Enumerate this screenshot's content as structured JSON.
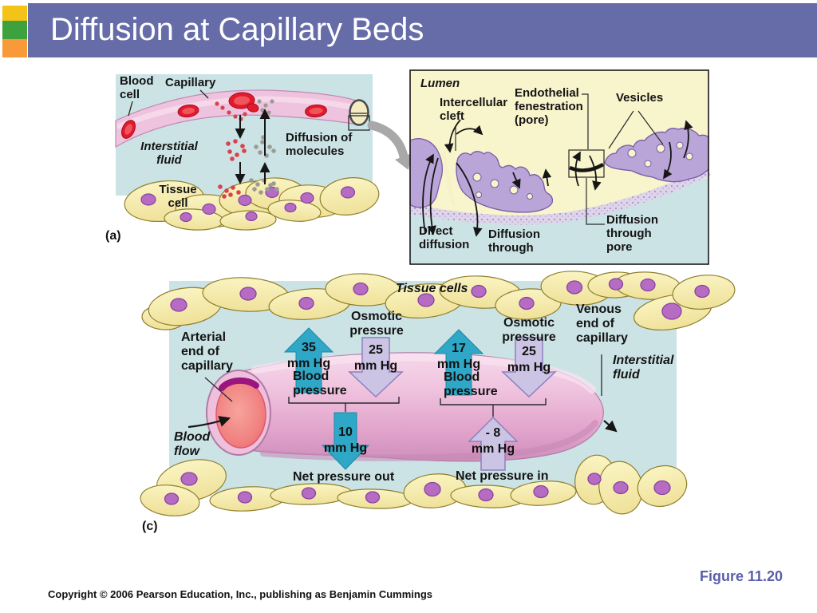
{
  "slide": {
    "title": "Diffusion at Capillary Beds",
    "copyright": "Copyright © 2006 Pearson Education, Inc., publishing as Benjamin Cummings",
    "figure": "Figure 11.20"
  },
  "colors": {
    "header_bar": "#666CA7",
    "accent_yellow": "#F3C317",
    "accent_green": "#3DA23D",
    "accent_orange": "#F8993A",
    "panel_background_blue": "#CBE3E5",
    "lumen_cream": "#F8F4CB",
    "capillary_pink": "#EEC3DD",
    "endothelium_purple": "#B9A5D8",
    "teal_arrow": "#2FA7C6",
    "lavender_arrow": "#CCC4E4",
    "figure_text": "#5A5FA9"
  },
  "panel_a": {
    "tag": "(a)",
    "labels": {
      "blood_cell": "Blood cell",
      "capillary": "Capillary",
      "interstitial_fluid": "Interstitial fluid",
      "tissue_cell": "Tissue cell",
      "diffusion_of_molecules": "Diffusion of molecules"
    }
  },
  "panel_b": {
    "labels": {
      "lumen": "Lumen",
      "intercellular_cleft": "Intercellular cleft",
      "endothelial_fenestration": "Endothelial fenestration (pore)",
      "vesicles": "Vesicles",
      "direct_diffusion": "Direct diffusion",
      "diffusion_through": "Diffusion through",
      "diffusion_through_pore": "Diffusion through pore"
    }
  },
  "panel_c": {
    "tag": "(c)",
    "labels": {
      "tissue_cells": "Tissue cells",
      "arterial_end": "Arterial end of capillary",
      "venous_end": "Venous end of capillary",
      "interstitial_fluid": "Interstitial fluid",
      "blood_flow": "Blood flow",
      "osmotic_pressure_left": "Osmotic pressure",
      "osmotic_pressure_right": "Osmotic pressure",
      "blood_pressure_left": "Blood pressure",
      "blood_pressure_right": "Blood pressure",
      "net_pressure_out": "Net pressure out",
      "net_pressure_in": "Net pressure in"
    },
    "pressures": {
      "bp_arterial": {
        "value": "35",
        "unit": "mm Hg"
      },
      "osmotic_left": {
        "value": "25",
        "unit": "mm Hg"
      },
      "bp_venous": {
        "value": "17",
        "unit": "mm Hg"
      },
      "osmotic_right": {
        "value": "25",
        "unit": "mm Hg"
      },
      "net_out": {
        "value": "10",
        "unit": "mm Hg"
      },
      "net_in": {
        "value": "- 8",
        "unit": "mm Hg"
      }
    }
  }
}
